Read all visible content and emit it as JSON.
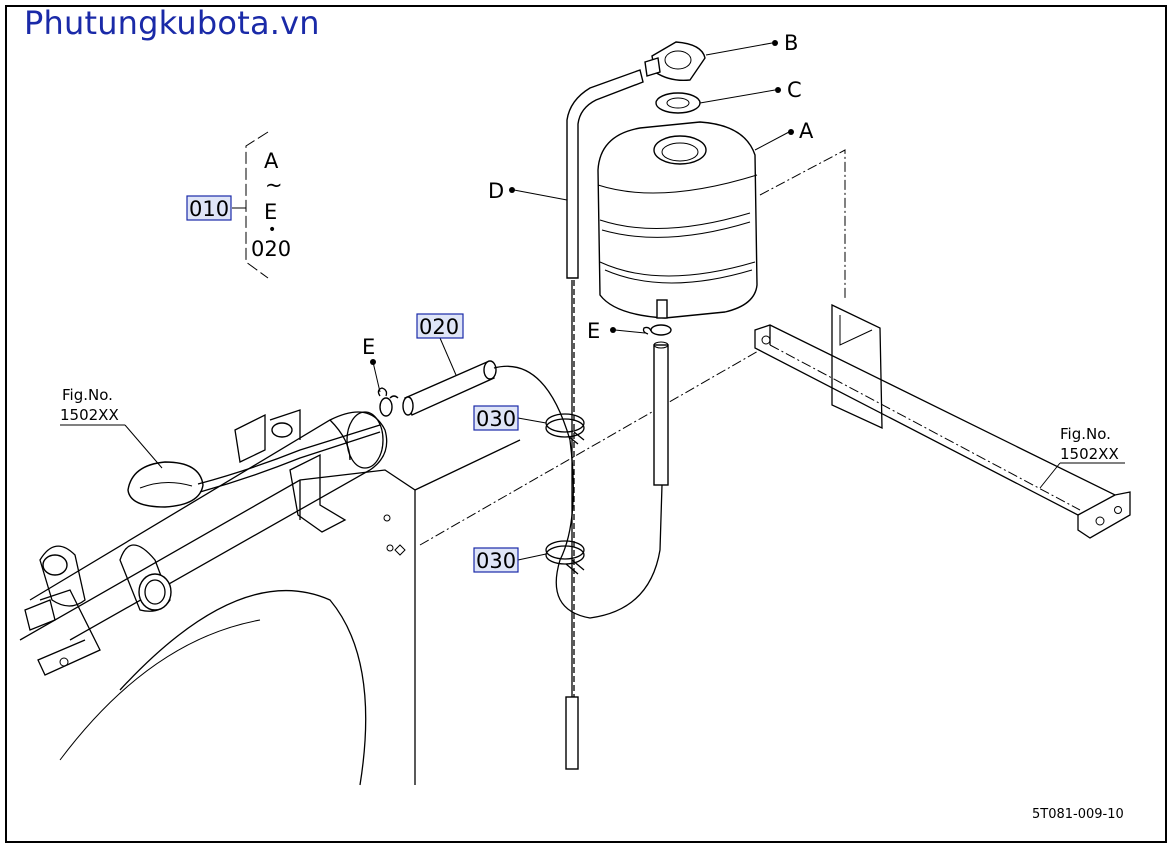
{
  "watermark": "Phutungkubota.vn",
  "drawing_code": "5T081-009-10",
  "bracket_group": {
    "main_ref": "010",
    "line1": "A",
    "line2": "~",
    "line3": "E",
    "line4": "•",
    "line5": "020"
  },
  "callouts": {
    "A": "A",
    "B": "B",
    "C": "C",
    "D": "D",
    "E_left": "E",
    "E_right": "E"
  },
  "part_refs": {
    "hose": "020",
    "clamp_upper": "030",
    "clamp_lower": "030"
  },
  "fig_refs": {
    "left_line1": "Fig.No.",
    "left_line2": "1502XX",
    "right_line1": "Fig.No.",
    "right_line2": "1502XX"
  }
}
